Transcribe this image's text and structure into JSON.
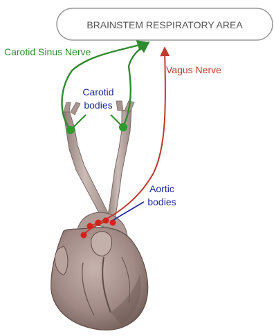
{
  "brainstem_box": {
    "label": "BRAINSTEM RESPIRATORY AREA",
    "text_color": "#555555",
    "border_color": "#9a9a9a"
  },
  "nerves": {
    "carotid_sinus": {
      "label": "Carotid Sinus Nerve",
      "color": "#2e8b2e"
    },
    "vagus": {
      "label": "Vagus Nerve",
      "color": "#c0392b"
    }
  },
  "receptors": {
    "carotid_bodies": {
      "line1": "Carotid",
      "line2": "bodies",
      "color": "#1f2a9a"
    },
    "aortic_bodies": {
      "line1": "Aortic",
      "line2": "bodies",
      "color": "#1f2a9a"
    }
  },
  "anatomy": {
    "vessel_color": "#b9a9a4",
    "vessel_shade": "#8f7c77",
    "heart_color": "#a7908b",
    "heart_shade": "#6e5a56",
    "marker_green": "#2e9b2e",
    "marker_red": "#d4221b"
  }
}
